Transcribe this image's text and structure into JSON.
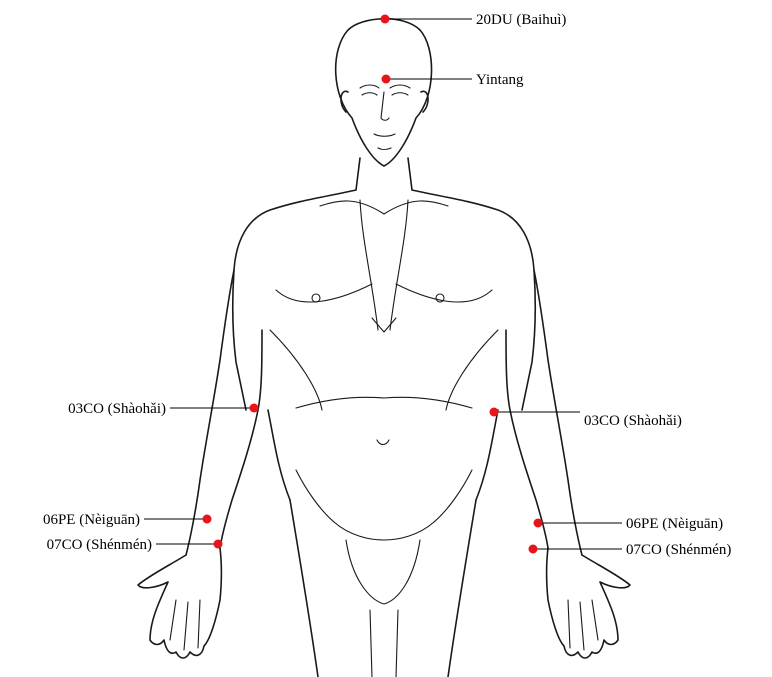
{
  "figure": {
    "points": [
      {
        "id": "baihui",
        "label": "20DU (Baihuì)"
      },
      {
        "id": "yintang",
        "label": "Yintang"
      },
      {
        "id": "shaohai-right",
        "label": "03CO (Shàohǎi)"
      },
      {
        "id": "shaohai-left",
        "label": "03CO (Shàohǎi)"
      },
      {
        "id": "neiguan-right",
        "label": "06PE (Nèiguān)"
      },
      {
        "id": "neiguan-left",
        "label": "06PE (Nèiguān)"
      },
      {
        "id": "shenmen-right",
        "label": "07CO (Shénmén)"
      },
      {
        "id": "shenmen-left",
        "label": "07CO (Shénmén)"
      }
    ],
    "colors": {
      "point": "#e8141b",
      "line": "#1a1a1a",
      "background": "#ffffff"
    }
  }
}
